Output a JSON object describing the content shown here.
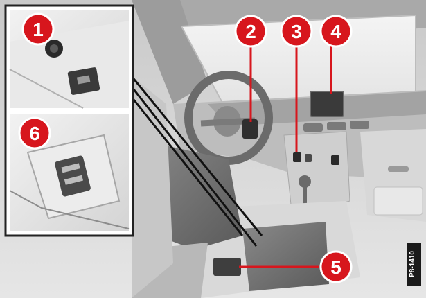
{
  "markers": [
    {
      "id": "1",
      "label": "1"
    },
    {
      "id": "2",
      "label": "2"
    },
    {
      "id": "3",
      "label": "3"
    },
    {
      "id": "4",
      "label": "4"
    },
    {
      "id": "5",
      "label": "5"
    },
    {
      "id": "6",
      "label": "6"
    }
  ],
  "code_label": "P8-1410",
  "colors": {
    "marker_fill": "#d7161d",
    "marker_stroke": "#ffffff",
    "callout_line": "#d7161d",
    "inset_border": "#222222",
    "interior_light": "#dcdcdc",
    "interior_mid": "#b4b4b4",
    "interior_dark": "#6e6e6e",
    "code_bg": "#1a1a1a"
  }
}
